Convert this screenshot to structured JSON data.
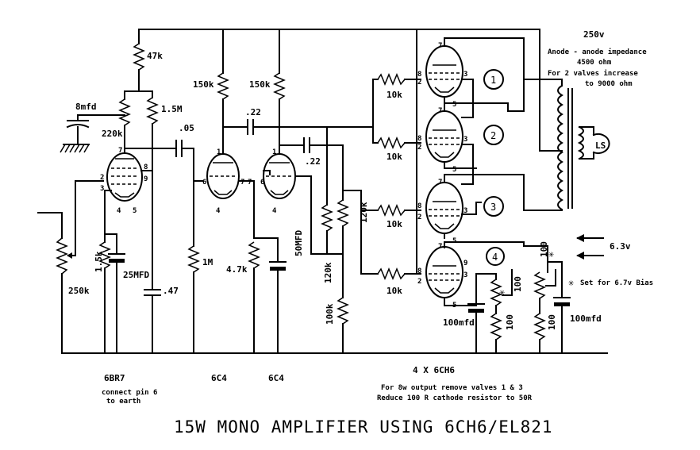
{
  "title": "15W MONO AMPLIFIER USING 6CH6/EL821",
  "supply": {
    "b_plus": "250v",
    "heater": "6.3v"
  },
  "notes": {
    "impedance": [
      "Anode - anode impedance",
      "4500 ohm",
      "For 2 valves increase",
      "to 9000 ohm"
    ],
    "bias": "Set for 6.7v Bias",
    "output_valves_caption": "4 X 6CH6",
    "reduced_output": [
      "For 8w output remove valves 1 & 3",
      "Reduce 100 R cathode resistor to 50R"
    ],
    "pin6_note": [
      "connect pin 6",
      "to earth"
    ]
  },
  "valves": {
    "v1": "6BR7",
    "v2": "6C4",
    "v3": "6C4",
    "output_numbers": [
      "1",
      "2",
      "3",
      "4"
    ]
  },
  "speaker": "LS",
  "components": {
    "r_47k": "47k",
    "r_220k": "220k",
    "r_1m5": "1.5M",
    "c_8mfd": "8mfd",
    "c_05": ".05",
    "r_150k_a": "150k",
    "r_150k_b": "150k",
    "c_22_a": ".22",
    "c_22_b": ".22",
    "r_1m": "1M",
    "r_1k5": "1.5k",
    "c_25mfd": "25MFD",
    "c_47": ".47",
    "r_250k": "250k",
    "r_4k7": "4.7k",
    "c_50mfd": "50MFD",
    "r_120k_a": "120k",
    "r_120k_b": "120k",
    "r_100k": "100k",
    "r_10k_1": "10k",
    "r_10k_2": "10k",
    "r_10k_3": "10k",
    "r_10k_4": "10k",
    "c_100mfd_a": "100mfd",
    "c_100mfd_b": "100mfd",
    "r_100_a": "100",
    "r_100_b": "100",
    "pot_100_a": "100",
    "pot_100_b": "100"
  },
  "pins": {
    "v1": [
      "7",
      "2",
      "3",
      "8",
      "9",
      "4",
      "5"
    ],
    "v2": [
      "1",
      "6",
      "7",
      "4"
    ],
    "v3": [
      "1",
      "6",
      "7",
      "4"
    ],
    "out1": [
      "7",
      "8",
      "2",
      "3",
      "5"
    ],
    "out2": [
      "7",
      "8",
      "2",
      "3",
      "5"
    ],
    "out3": [
      "7",
      "8",
      "2",
      "3",
      "5"
    ],
    "out4": [
      "7",
      "8",
      "2",
      "3",
      "5",
      "9"
    ]
  },
  "markers": {
    "bias_star": "✳"
  }
}
